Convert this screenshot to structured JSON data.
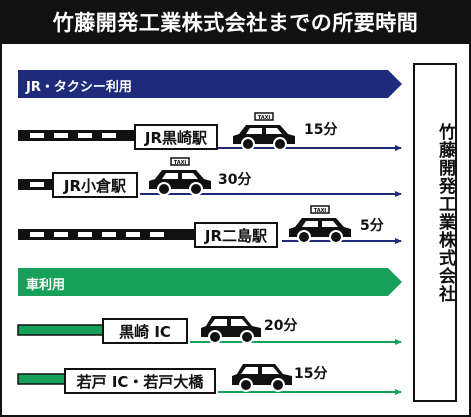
{
  "title": "竹藤開発工業株式会社までの所要時間",
  "destination": "竹藤開発工業株式会社",
  "taxi_sign": "TAXI",
  "sections": {
    "jr": {
      "label": "JR・タクシー利用",
      "color": "#1e2b7a"
    },
    "car": {
      "label": "車利用",
      "color": "#17a05a"
    }
  },
  "jr_routes": [
    {
      "station": "JR黒崎駅",
      "duration": "15分"
    },
    {
      "station": "JR小倉駅",
      "duration": "30分"
    },
    {
      "station": "JR二島駅",
      "duration": "5分"
    }
  ],
  "car_routes": [
    {
      "place": "黒崎 IC",
      "duration": "20分"
    },
    {
      "place": "若戸 IC・若戸大橋",
      "duration": "15分"
    }
  ]
}
